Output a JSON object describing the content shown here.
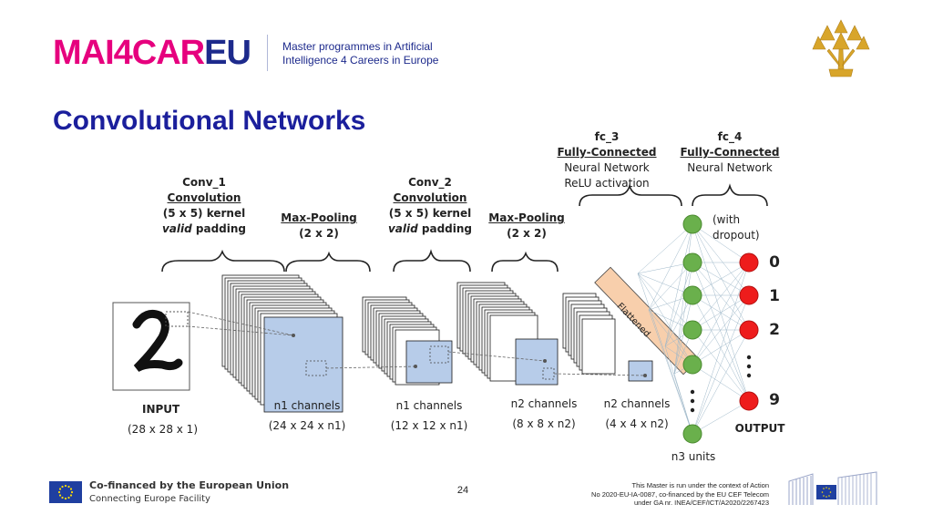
{
  "header": {
    "logo_part1": "MAI4CAR",
    "logo_part2": "EU",
    "tagline_line1": "Master programmes in Artificial",
    "tagline_line2": "Intelligence 4 Careers in Europe"
  },
  "slide_title": "Convolutional Networks",
  "diagram": {
    "conv1": {
      "name": "Conv_1",
      "type": "Convolution",
      "kernel": "(5 x 5) kernel",
      "padding_em": "valid",
      "padding": " padding"
    },
    "pool1": {
      "name": "Max-Pooling",
      "size": "(2 x 2)"
    },
    "conv2": {
      "name": "Conv_2",
      "type": "Convolution",
      "kernel": "(5 x 5) kernel",
      "padding_em": "valid",
      "padding": " padding"
    },
    "pool2": {
      "name": "Max-Pooling",
      "size": "(2 x 2)"
    },
    "fc3": {
      "name": "fc_3",
      "type": "Fully-Connected",
      "line1": "Neural Network",
      "line2": "ReLU activation"
    },
    "fc4": {
      "name": "fc_4",
      "type": "Fully-Connected",
      "line1": "Neural Network"
    },
    "dropout": {
      "line1": "(with",
      "line2": "dropout)"
    },
    "flattened": "Flattened",
    "input_label": "INPUT",
    "input_dims": "(28 x 28 x 1)",
    "stage1_label": "n1 channels",
    "stage1_dims": "(24 x 24 x n1)",
    "stage2_label": "n1 channels",
    "stage2_dims": "(12 x 12 x n1)",
    "stage3_label": "n2 channels",
    "stage3_dims": "(8 x 8 x n2)",
    "stage4_label": "n2 channels",
    "stage4_dims": "(4 x 4 x n2)",
    "n3_units": "n3 units",
    "outputs": [
      "0",
      "1",
      "2",
      "9"
    ],
    "output_label": "OUTPUT",
    "colors": {
      "feature_map": "#b7cce9",
      "hidden_node": "#6ab04c",
      "output_node": "#ee1c1c",
      "flatten": "#f8cfac"
    }
  },
  "footer": {
    "eu_line1": "Co-financed by the European Union",
    "eu_line2": "Connecting Europe Facility",
    "page_number": "24",
    "ack_line1": "This Master is run under the context of Action",
    "ack_line2": "No 2020-EU-IA-0087, co-financed by the EU CEF Telecom",
    "ack_line3": "under GA nr. INEA/CEF/ICT/A2020/2267423"
  }
}
